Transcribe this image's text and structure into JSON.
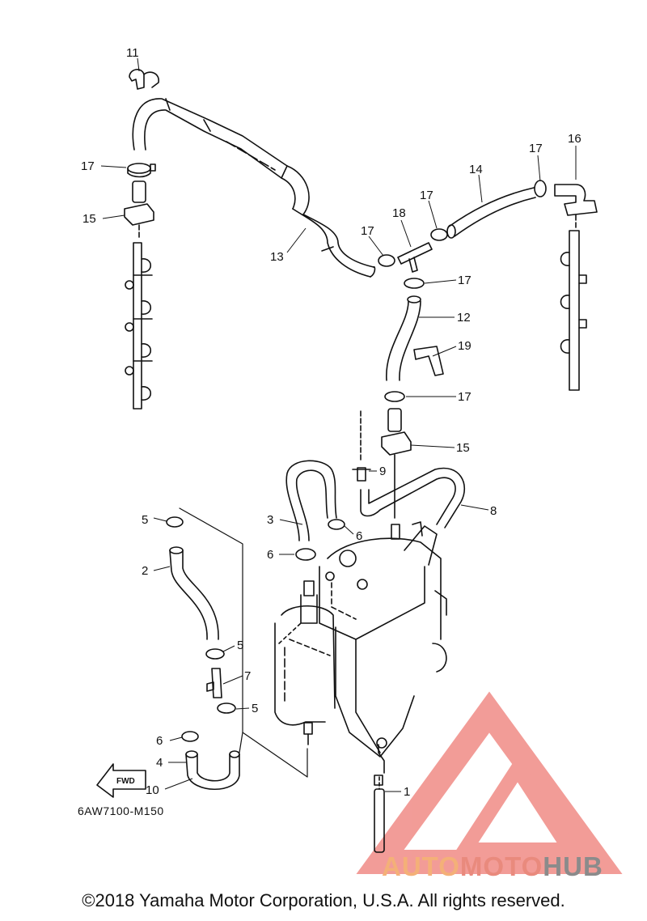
{
  "diagram": {
    "part_code": "6AW7100-M150",
    "fwd_label": "FWD",
    "callouts": [
      "11",
      "17",
      "15",
      "13",
      "17",
      "18",
      "17",
      "14",
      "17",
      "16",
      "17",
      "12",
      "19",
      "17",
      "15",
      "9",
      "8",
      "3",
      "6",
      "6",
      "5",
      "2",
      "5",
      "7",
      "5",
      "6",
      "4",
      "10",
      "1"
    ]
  },
  "footer": {
    "copyright": "©2018 Yamaha Motor Corporation, U.S.A. All rights reserved."
  },
  "watermark": {
    "brand_part1": "AUTO",
    "brand_part2": "MOTO",
    "brand_part3": "HUB",
    "colors": {
      "orange": "#f4b078",
      "salmon": "#e98a7d",
      "gray": "#8b8b8b",
      "triangle": "#f08b86"
    }
  }
}
